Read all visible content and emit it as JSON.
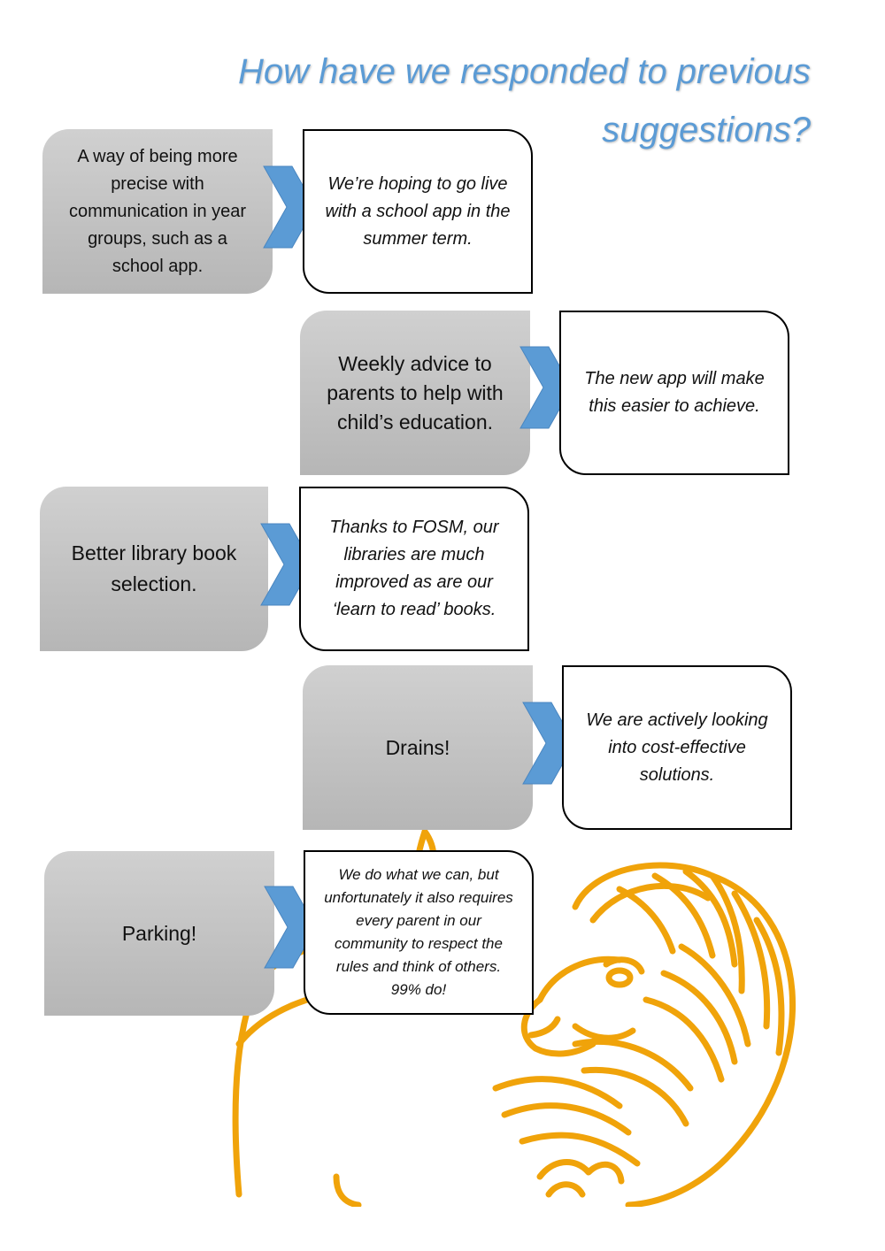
{
  "title": "How have we responded to previous suggestions?",
  "colors": {
    "title": "#5b9bd5",
    "arrow": "#5b9bd5",
    "lion": "#f0a30a",
    "suggestion_box": "#c4c4c4"
  },
  "decoration": "lion-illustration",
  "rows": [
    {
      "suggestion": "A way of being more precise with communication in year groups, such as a school app.",
      "response": "We’re hoping to go live with a school app in the summer term."
    },
    {
      "suggestion": "Weekly advice to parents to help with child’s education.",
      "response": "The new app will make this easier to achieve."
    },
    {
      "suggestion": "Better library book selection.",
      "response": "Thanks to FOSM, our libraries are much improved as are our ‘learn to read’ books."
    },
    {
      "suggestion": "Drains!",
      "response": "We are actively looking into cost-effective solutions."
    },
    {
      "suggestion": "Parking!",
      "response": "We do what we can, but unfortunately it also requires every parent in our community to respect the rules and think of others. 99% do!"
    }
  ]
}
